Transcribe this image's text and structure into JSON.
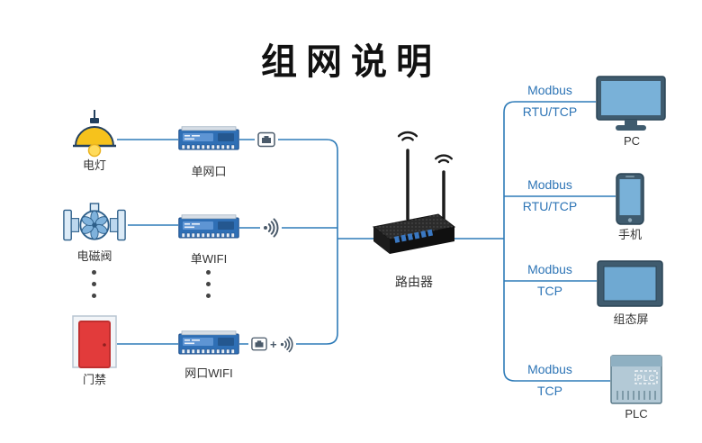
{
  "title": "组网说明",
  "left_devices": [
    {
      "label": "电灯"
    },
    {
      "label": "电磁阀"
    },
    {
      "label": "门禁"
    }
  ],
  "modules": [
    {
      "label": "单网口"
    },
    {
      "label": "单WIFI"
    },
    {
      "label": "网口WIFI",
      "plus": "+"
    }
  ],
  "router": {
    "label": "路由器"
  },
  "connections": [
    {
      "protocol": "Modbus",
      "transport": "RTU/TCP",
      "device": "PC"
    },
    {
      "protocol": "Modbus",
      "transport": "RTU/TCP",
      "device": "手机"
    },
    {
      "protocol": "Modbus",
      "transport": "TCP",
      "device": "组态屏"
    },
    {
      "protocol": "Modbus",
      "transport": "TCP",
      "device": "PLC",
      "device_text": "PLC"
    }
  ],
  "colors": {
    "wire": "#2e7bb8",
    "protocol_text": "#2e75b6",
    "label_text": "#333333",
    "title_text": "#111111",
    "lamp_yellow": "#f6c21c",
    "door_red": "#e23b3b",
    "module_blue": "#2f6fb5",
    "device_frame": "#3f5b6e",
    "device_screen": "#79b1d8"
  }
}
